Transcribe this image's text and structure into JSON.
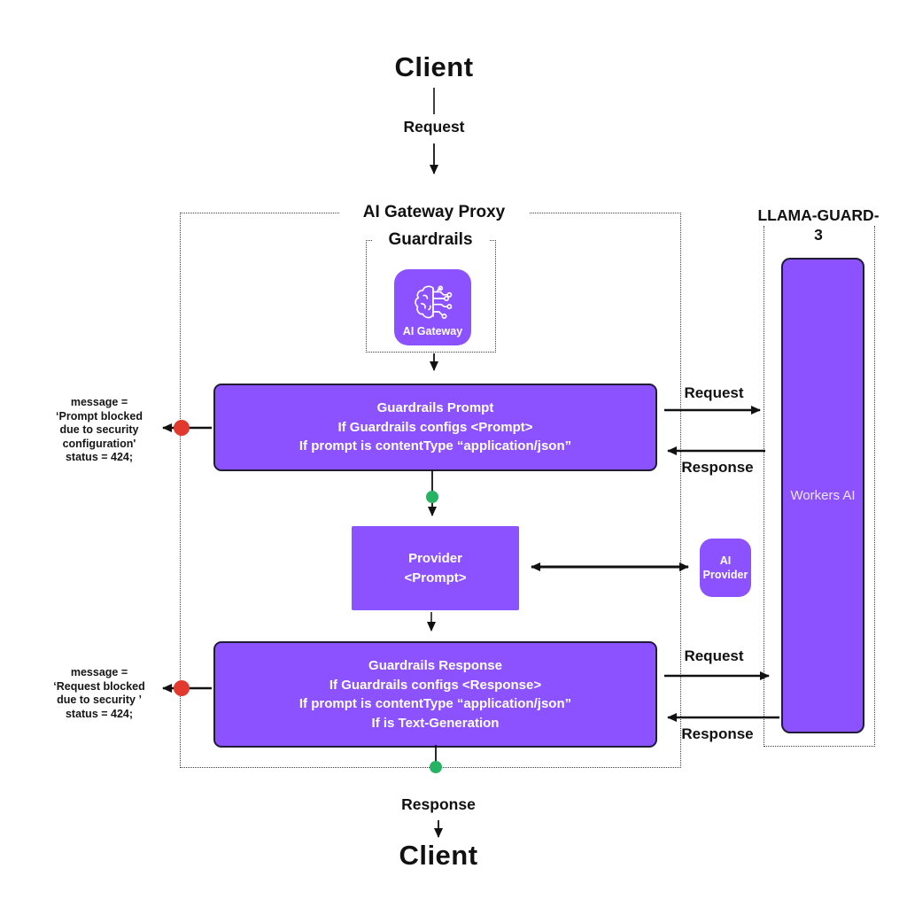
{
  "colors": {
    "purple": "#8c52ff",
    "box_border": "#201c38",
    "arrow": "#111111",
    "red_dot": "#e2392f",
    "green_dot": "#27b364",
    "dashed_border": "#3c3c3c"
  },
  "flow_top": {
    "client_label": "Client",
    "request_label": "Request"
  },
  "proxy": {
    "title": "AI Gateway Proxy"
  },
  "guardrails_group": {
    "title": "Guardrails",
    "gateway_icon_label": "AI Gateway"
  },
  "guardrails_prompt": {
    "lines": [
      "Guardrails Prompt",
      "If Guardrails configs <Prompt>",
      "If prompt is contentType “application/json”"
    ]
  },
  "prompt_error_note": {
    "lines": [
      "message =",
      "‘Prompt blocked",
      "due to security",
      "configuration'",
      "status = 424;"
    ]
  },
  "provider": {
    "lines": [
      "Provider",
      "<Prompt>"
    ]
  },
  "ai_provider": {
    "lines": [
      "AI",
      "Provider"
    ]
  },
  "guardrails_response": {
    "lines": [
      "Guardrails Response",
      "If Guardrails configs <Response>",
      "If prompt is contentType “application/json”",
      "If is Text-Generation"
    ]
  },
  "response_error_note": {
    "lines": [
      "message =",
      "‘Request blocked",
      "due to security ’",
      "status = 424;"
    ]
  },
  "llama_guard": {
    "title_line1": "LLAMA-GUARD-",
    "title_line2": "3",
    "workers_ai_label": "Workers AI"
  },
  "llama_link_top": {
    "request_label": "Request",
    "response_label": "Response"
  },
  "llama_link_bottom": {
    "request_label": "Request",
    "response_label": "Response"
  },
  "flow_bottom": {
    "response_label": "Response",
    "client_label": "Client"
  }
}
